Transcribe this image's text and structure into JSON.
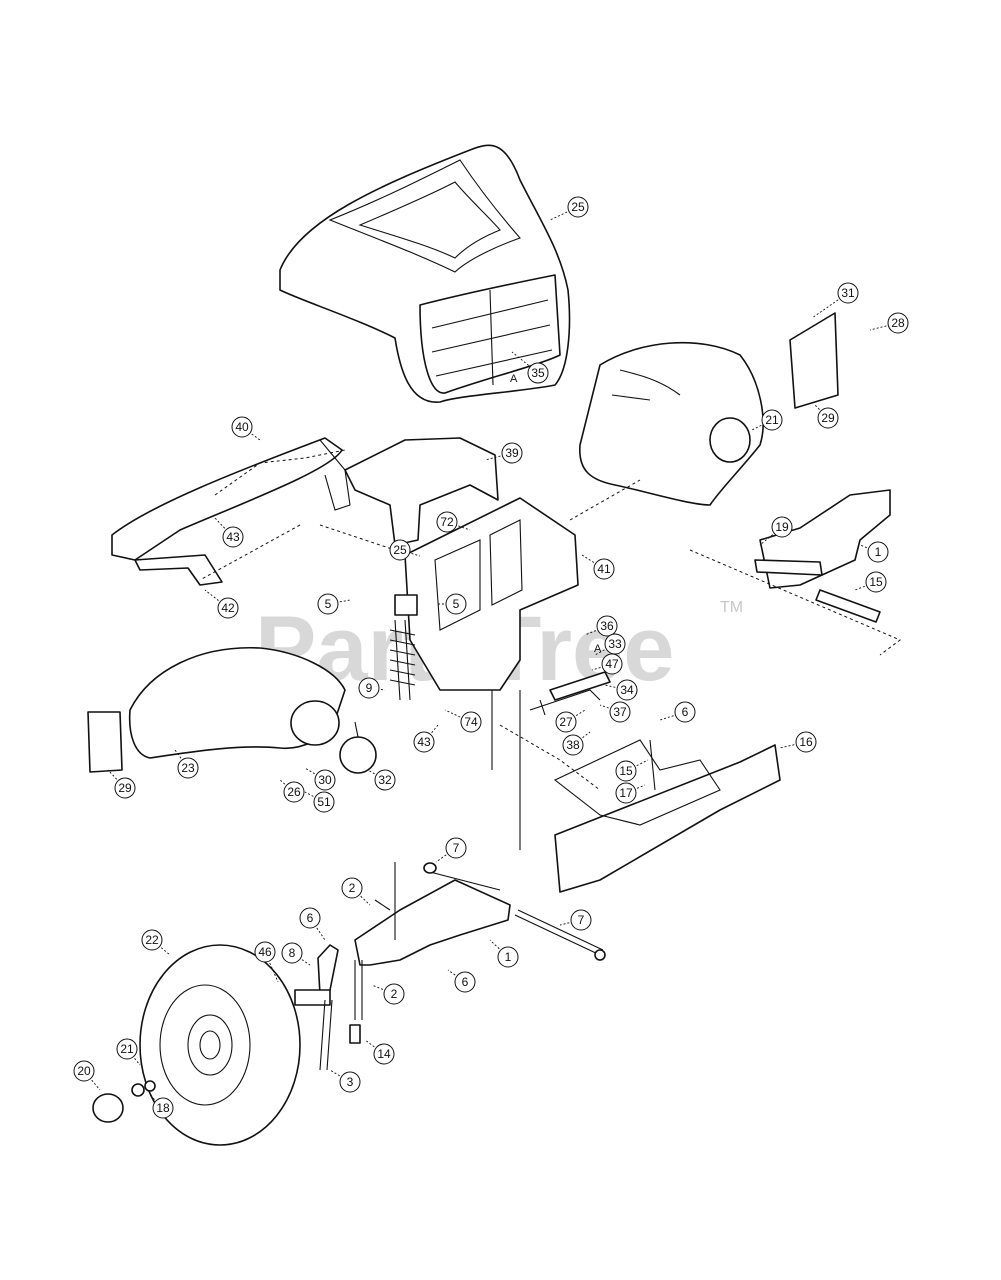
{
  "watermark": {
    "text": "PartsTree",
    "trademark": "TM"
  },
  "reference_letters": [
    "A",
    "A"
  ],
  "callouts": [
    "25",
    "31",
    "28",
    "35",
    "29",
    "40",
    "39",
    "21",
    "72",
    "25",
    "43",
    "41",
    "19",
    "1",
    "15",
    "5",
    "5",
    "42",
    "36",
    "33",
    "47",
    "34",
    "37",
    "27",
    "38",
    "6",
    "16",
    "9",
    "74",
    "43",
    "15",
    "17",
    "29",
    "23",
    "26",
    "30",
    "51",
    "32",
    "7",
    "2",
    "22",
    "46",
    "8",
    "6",
    "2",
    "1",
    "6",
    "7",
    "14",
    "21",
    "20",
    "18",
    "3"
  ]
}
